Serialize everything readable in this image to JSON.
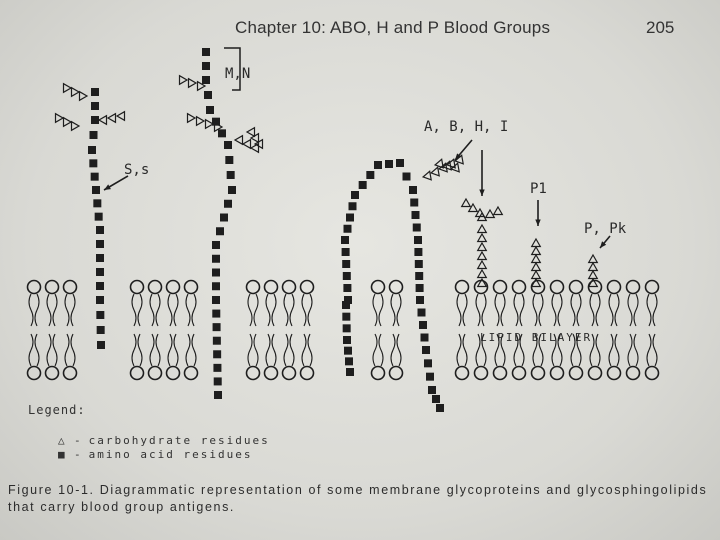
{
  "header": {
    "title": "Chapter 10: ABO, H and P Blood Groups",
    "page_number": "205"
  },
  "figure": {
    "labels": {
      "mn": "M,N",
      "ss": "S,s",
      "abhi": "A, B, H, I",
      "p1": "P1",
      "ppk": "P, Pk",
      "lipid_bilayer": "LIPID BILAYER"
    }
  },
  "legend": {
    "title": "Legend:",
    "items": [
      {
        "symbol": "△",
        "dash": "-",
        "text": "carbohydrate residues"
      },
      {
        "symbol": "■",
        "dash": "-",
        "text": "amino acid residues"
      }
    ]
  },
  "caption": {
    "figure_label": "Figure 10-1.",
    "text": "Diagrammatic representation of some membrane glycoproteins and glycosphingolipids that carry blood group antigens."
  },
  "colors": {
    "ink": "#1e1e1e",
    "paper": "#dcdcd7"
  }
}
